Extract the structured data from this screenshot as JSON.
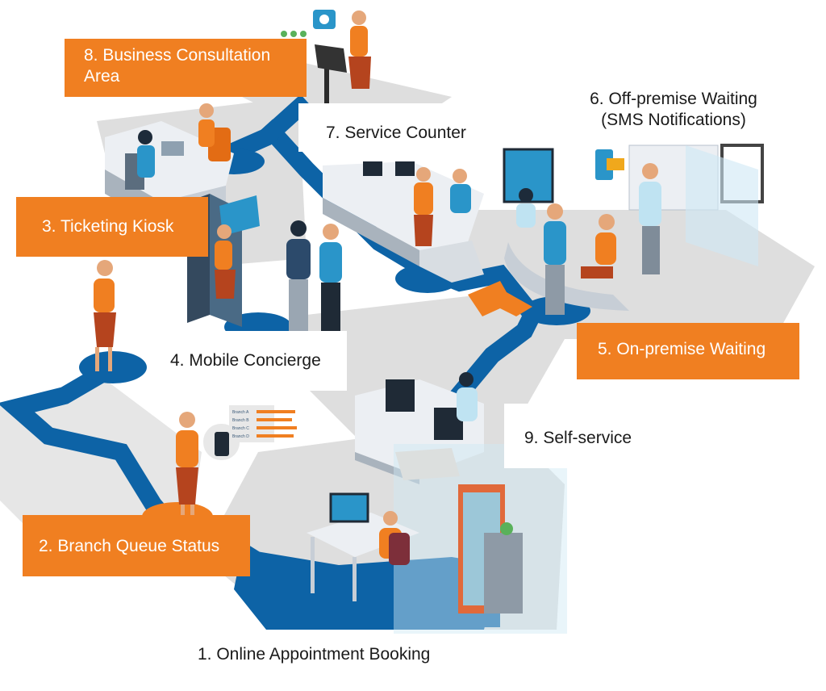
{
  "colors": {
    "accent_orange": "#f07f21",
    "path_blue": "#0d63a6",
    "floor_grey": "#dcdcdc",
    "text": "#1a1a1a"
  },
  "steps": {
    "s1": "1.  Online Appointment Booking",
    "s2": "2.  Branch Queue Status",
    "s3": "3. Ticketing Kiosk",
    "s4": "4. Mobile Concierge",
    "s5": "5. On-premise Waiting",
    "s6_line1": "6. Off-premise Waiting",
    "s6_line2": "(SMS Notifications)",
    "s7": "7. Service Counter",
    "s8_line1": "8. Business Consultation",
    "s8_line2": "Area",
    "s9": "9. Self-service"
  },
  "screen_chart": {
    "categories": [
      "Branch A",
      "Branch B",
      "Branch C",
      "Branch D"
    ]
  },
  "icons": {
    "chat": "smiley-chat-icon",
    "rating": "three-stars-icon",
    "sms": "phone-mail-icon"
  }
}
